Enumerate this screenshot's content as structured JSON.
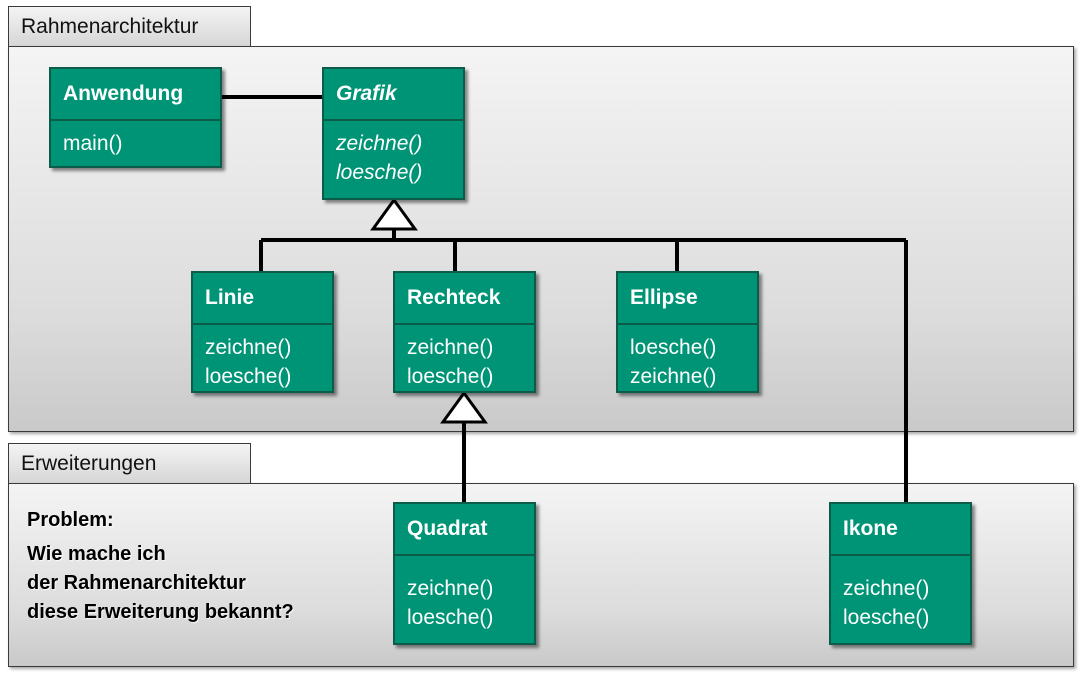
{
  "sections": {
    "framework": "Rahmenarchitektur",
    "extensions": "Erweiterungen"
  },
  "classes": {
    "anwendung": {
      "name": "Anwendung",
      "ops": [
        "main()"
      ]
    },
    "grafik": {
      "name": "Grafik",
      "ops": [
        "zeichne()",
        "loesche()"
      ],
      "abstract": true
    },
    "linie": {
      "name": "Linie",
      "ops": [
        "zeichne()",
        "loesche()"
      ]
    },
    "rechteck": {
      "name": "Rechteck",
      "ops": [
        "zeichne()",
        "loesche()"
      ]
    },
    "ellipse": {
      "name": "Ellipse",
      "ops": [
        "loesche()",
        "zeichne()"
      ]
    },
    "quadrat": {
      "name": "Quadrat",
      "ops": [
        "zeichne()",
        "loesche()"
      ]
    },
    "ikone": {
      "name": "Ikone",
      "ops": [
        "zeichne()",
        "loesche()"
      ]
    }
  },
  "problem": {
    "title": "Problem:",
    "lines": [
      "Wie mache ich",
      "der Rahmenarchitektur",
      "diese Erweiterung bekannt?"
    ]
  },
  "colors": {
    "class_fill": "#009477",
    "class_border": "#0d5c4a",
    "connector": "#000000"
  }
}
